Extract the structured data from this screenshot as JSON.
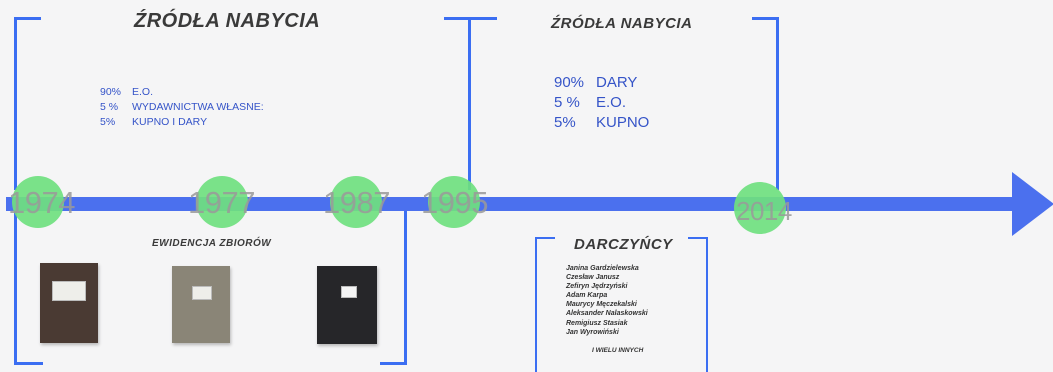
{
  "section_left": {
    "title": "ŹRÓDŁA NABYCIA",
    "rows": [
      {
        "pct": "90%",
        "label": "E.O."
      },
      {
        "pct": "5 %",
        "label": "WYDAWNICTWA WŁASNE:"
      },
      {
        "pct": "5%",
        "label": "KUPNO I DARY"
      }
    ]
  },
  "section_right": {
    "title": "ŹRÓDŁA NABYCIA",
    "rows": [
      {
        "pct": "90%",
        "label": "DARY"
      },
      {
        "pct": "5 %",
        "label": "E.O."
      },
      {
        "pct": "5%",
        "label": "KUPNO"
      }
    ]
  },
  "timeline": {
    "years": [
      "1974",
      "1977",
      "1987",
      "1995",
      "2014"
    ],
    "line_color": "#4b70ee",
    "dot_color": "#6fe07f"
  },
  "collections": {
    "title": "EWIDENCJA ZBIORÓW",
    "books": [
      "brown-ledger",
      "gray-ledger",
      "black-ledger"
    ]
  },
  "donors": {
    "title": "DARCZYŃCY",
    "names": [
      "Janina Gardzielewska",
      "Czesław Janusz",
      "Zefiryn Jędrzyński",
      "Adam Karpa",
      "Maurycy Męczekalski",
      "Aleksander Nalaskowski",
      "Remigiusz Stasiak",
      "Jan Wyrowiński"
    ],
    "footer": "I WIELU INNYCH"
  },
  "accent_color": "#3b6ef2"
}
